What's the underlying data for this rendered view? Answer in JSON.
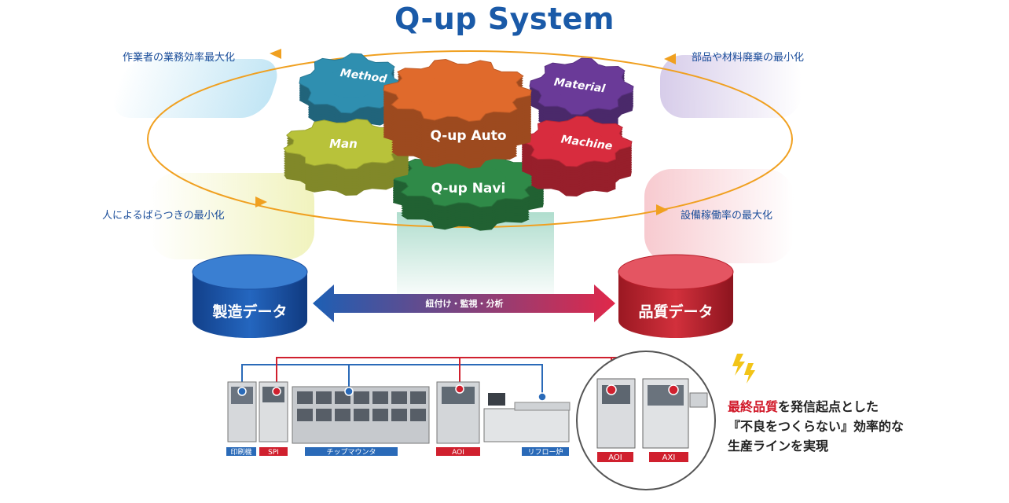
{
  "title": "Q-up System",
  "goals": {
    "top_left": "作業者の業務効率最大化",
    "top_right": "部品や材料廃棄の最小化",
    "bottom_left": "人によるばらつきの最小化",
    "bottom_right": "設備稼働率の最大化"
  },
  "gears": {
    "method": "Method",
    "material": "Material",
    "man": "Man",
    "machine": "Machine",
    "auto": "Q-up Auto",
    "navi": "Q-up Navi"
  },
  "databases": {
    "manufacturing": "製造データ",
    "quality": "品質データ"
  },
  "link_label": "紐付け・監視・分析",
  "line_labels": {
    "printer": "印刷機",
    "spi": "SPI",
    "mounter": "チップマウンタ",
    "aoi": "AOI",
    "reflow": "リフロー炉",
    "aoi2": "AOI",
    "axi": "AXI"
  },
  "message": {
    "line1_highlight": "最終品質",
    "line1_rest": "を発信起点とした",
    "line2": "『不良をつくらない』効率的な",
    "line3": "生産ラインを実現"
  },
  "colors": {
    "title": "#1a5aa8",
    "method": "#2f8fb0",
    "material": "#6a3a98",
    "man": "#b8c23a",
    "machine": "#d82c3e",
    "auto": "#e06a2c",
    "navi": "#2f8a48",
    "ellipse": "#f0a020",
    "db_blue": "#1a4e9e",
    "db_red": "#b81e2a",
    "highlight": "#d11a2a"
  }
}
